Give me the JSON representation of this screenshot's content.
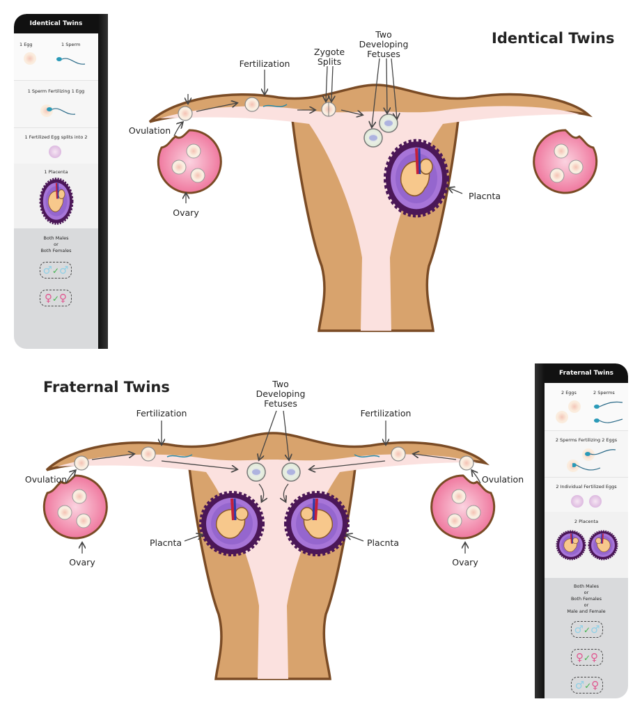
{
  "identical": {
    "title": "Identical Twins",
    "labels": {
      "fertilization": "Fertilization",
      "zygote_1": "Zygote",
      "zygote_2": "Splits",
      "fetuses_1": "Two",
      "fetuses_2": "Developing",
      "fetuses_3": "Fetuses",
      "ovulation": "Ovulation",
      "ovary": "Ovary",
      "placenta": "Placnta"
    },
    "panel": {
      "header": "Identical Twins",
      "egg": "1 Egg",
      "sperm": "1 Sperm",
      "fertilizing": "1 Sperm Fertilizing 1 Egg",
      "splits": "1 Fertilized Egg splits into 2",
      "placenta": "1 Placenta",
      "sex_1": "Both Males",
      "sex_2": "or",
      "sex_3": "Both Females",
      "symbols": {
        "male": "♂",
        "female": "♀",
        "check": "✓"
      }
    }
  },
  "fraternal": {
    "title": "Fraternal Twins",
    "labels": {
      "fetuses_1": "Two",
      "fetuses_2": "Developing",
      "fetuses_3": "Fetuses",
      "fertilization_left": "Fertilization",
      "fertilization_right": "Fertilization",
      "ovulation_left": "Ovulation",
      "ovulation_right": "Ovulation",
      "ovary_left": "Ovary",
      "ovary_right": "Ovary",
      "placenta_left": "Placnta",
      "placenta_right": "Placnta"
    },
    "panel": {
      "header": "Fraternal Twins",
      "eggs": "2 Eggs",
      "sperms": "2 Sperms",
      "fertilizing": "2 Sperms Fertilizing 2 Eggs",
      "individual": "2 Individual Fertilized Eggs",
      "placenta": "2 Placenta",
      "sex_1": "Both Males",
      "sex_2": "or",
      "sex_3": "Both Females",
      "sex_4": "or",
      "sex_5": "Male and Female",
      "symbols": {
        "male": "♂",
        "female": "♀",
        "check": "✓"
      }
    }
  },
  "colors": {
    "uterus": "#d8a36d",
    "outline": "#7a4b25",
    "cavity": "#fbe1df",
    "ovary": "#f07fa3",
    "placenta": "#a775d8",
    "placenta_border": "#4b1757"
  }
}
